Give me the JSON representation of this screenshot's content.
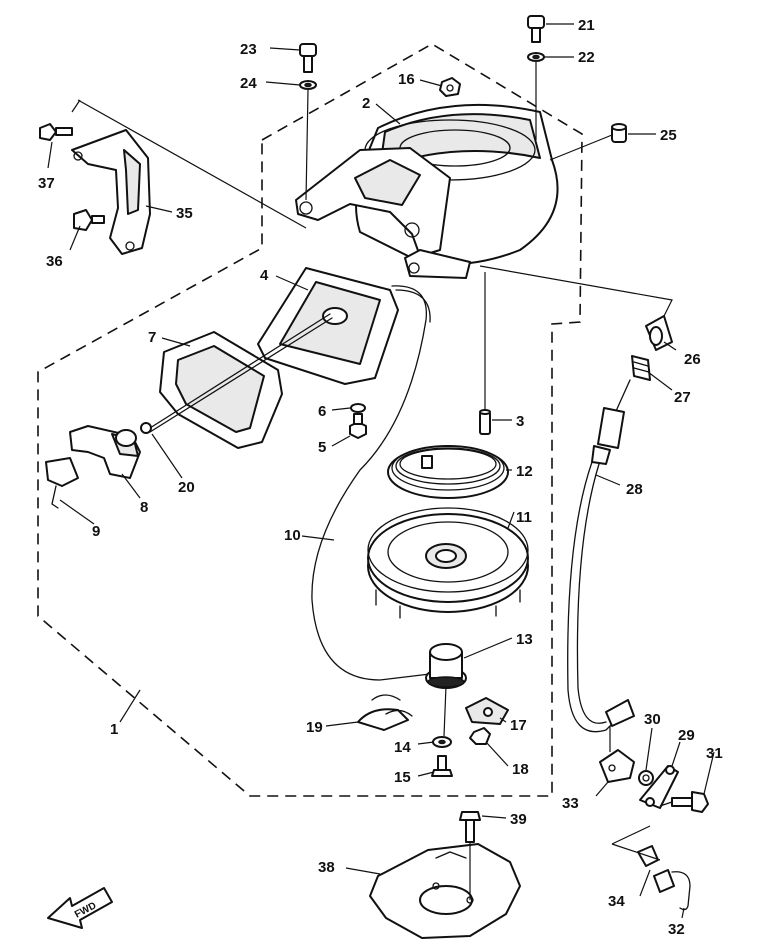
{
  "callouts": {
    "c1": "1",
    "c2": "2",
    "c3": "3",
    "c4": "4",
    "c5": "5",
    "c6": "6",
    "c7": "7",
    "c8": "8",
    "c9": "9",
    "c10": "10",
    "c11": "11",
    "c12": "12",
    "c13": "13",
    "c14": "14",
    "c15": "15",
    "c16": "16",
    "c17": "17",
    "c18": "18",
    "c19": "19",
    "c20": "20",
    "c21": "21",
    "c22": "22",
    "c23": "23",
    "c24": "24",
    "c25": "25",
    "c26": "26",
    "c27": "27",
    "c28": "28",
    "c29": "29",
    "c30": "30",
    "c31": "31",
    "c32": "32",
    "c33": "33",
    "c34": "34",
    "c35": "35",
    "c36": "36",
    "c37": "37",
    "c38": "38",
    "c39": "39"
  },
  "orientation": {
    "label": "FWD"
  }
}
